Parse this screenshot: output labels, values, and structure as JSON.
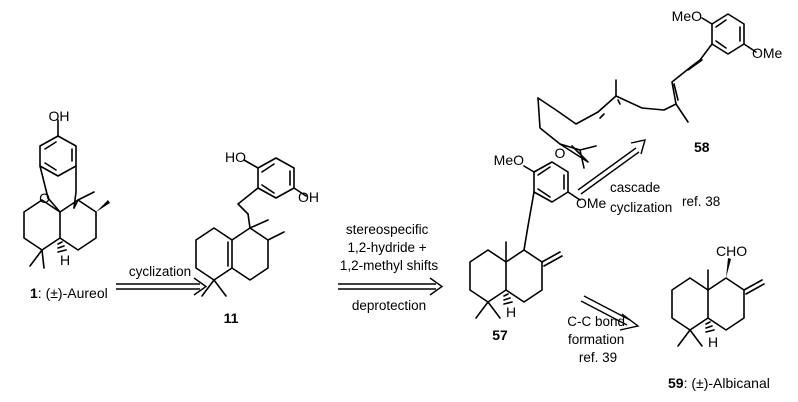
{
  "compounds": {
    "c1": {
      "number": "1",
      "name": ": (±)-Aureol"
    },
    "c11": {
      "number": "11"
    },
    "c57": {
      "number": "57"
    },
    "c58": {
      "number": "58"
    },
    "c59": {
      "number": "59",
      "name": ": (±)-Albicanal"
    }
  },
  "atoms": {
    "oh": "OH",
    "ho": "HO",
    "o": "O",
    "h": "H",
    "meo": "MeO",
    "ome": "OMe",
    "cho": "CHO"
  },
  "conditions": {
    "cyclization": "cyclization",
    "rearrangement": [
      "stereospecific",
      "1,2-hydride +",
      "1,2-methyl shifts"
    ],
    "deprotection": "deprotection",
    "cascade": [
      "cascade",
      "cyclization"
    ],
    "ref38": "ref. 38",
    "coupling": [
      "C-C bond",
      "formation",
      "ref. 39"
    ]
  }
}
